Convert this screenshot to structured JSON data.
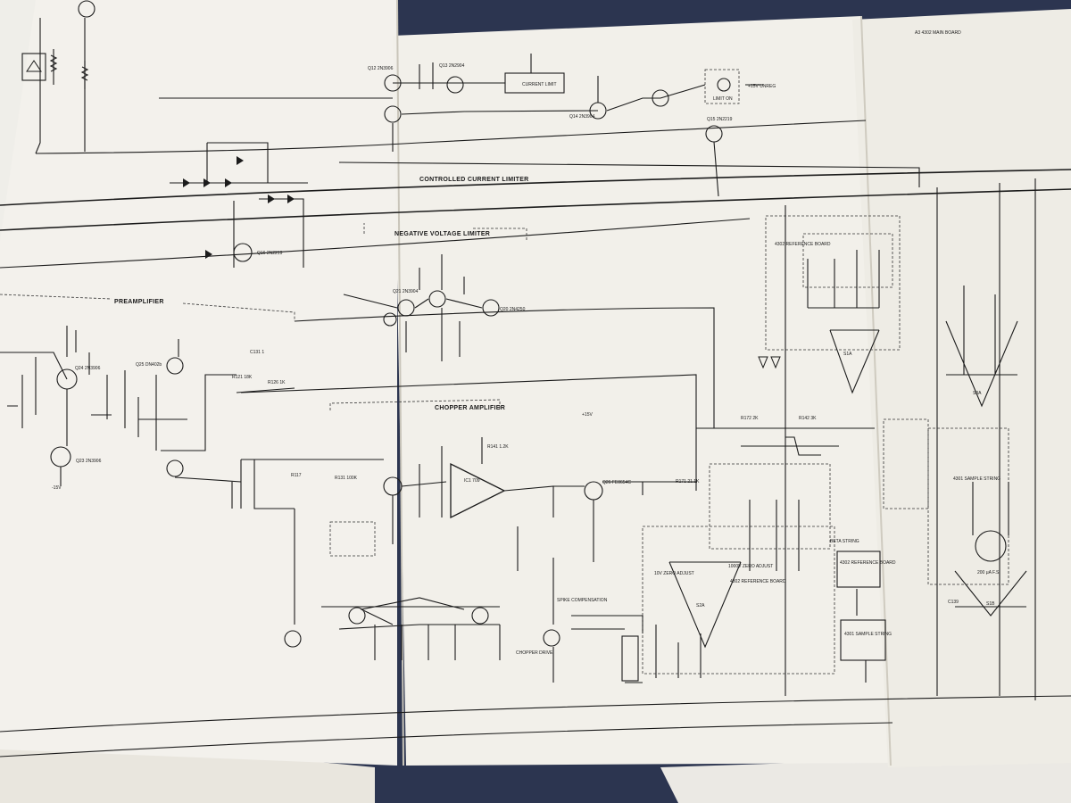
{
  "sheet": {
    "corner_label": "A3   4302 MAIN BOARD",
    "sections": {
      "controlled_current_limiter": "CONTROLLED CURRENT LIMITER",
      "negative_voltage_limiter": "NEGATIVE VOLTAGE LIMITER",
      "preamplifier": "PREAMPLIFIER",
      "chopper_amplifier": "CHOPPER AMPLIFIER"
    },
    "blocks": {
      "reference_board": "4302 REFERENCE BOARD",
      "sample_string": "4301 SAMPLE STRING",
      "beta_string": "BETA STRING",
      "ref_board_small": "4302 REFERENCE BOARD",
      "sample_string_small": "4301 SAMPLE STRING",
      "ref_board_lower": "4302 REFERENCE BOARD",
      "zero_adjust_left": "10V ZERO ADJUST",
      "zero_adjust_right": "1000V ZERO ADJUST",
      "spike_compensation": "SPIKE COMPENSATION",
      "chopper_drive": "CHOPPER DRIVE",
      "current_limit": "CURRENT LIMIT",
      "limit_on": "LIMIT ON",
      "meter": "200 μA F.S."
    },
    "labels": [
      {
        "id": "q12",
        "text": "Q12 2N3906"
      },
      {
        "id": "q13",
        "text": "Q13 2N2904"
      },
      {
        "id": "q14",
        "text": "Q14 2N3904"
      },
      {
        "id": "q15",
        "text": "Q15 2N2219"
      },
      {
        "id": "q16",
        "text": "Q16 2N2219"
      },
      {
        "id": "q20",
        "text": "Q20 2N4250"
      },
      {
        "id": "q21",
        "text": "Q21 2N3904"
      },
      {
        "id": "q23",
        "text": "Q23 2N3906"
      },
      {
        "id": "q24",
        "text": "Q24 2N3906"
      },
      {
        "id": "q25",
        "text": "Q25 DN402b"
      },
      {
        "id": "q26",
        "text": "Q26 FE0654C"
      },
      {
        "id": "ic1",
        "text": "IC1 709"
      },
      {
        "id": "r117",
        "text": "R117"
      },
      {
        "id": "r121",
        "text": "R121 18K"
      },
      {
        "id": "r126",
        "text": "R126 1K"
      },
      {
        "id": "r131",
        "text": "R131 100K"
      },
      {
        "id": "r141",
        "text": "R141 1.2K"
      },
      {
        "id": "r142",
        "text": "R142 3K"
      },
      {
        "id": "r171",
        "text": "R171 21.1K"
      },
      {
        "id": "r172",
        "text": "R172 2K"
      },
      {
        "id": "c131",
        "text": "C131 1"
      },
      {
        "id": "c139",
        "text": "C139"
      },
      {
        "id": "v15",
        "text": "+15V"
      },
      {
        "id": "vn15",
        "text": "-15V"
      },
      {
        "id": "unreg",
        "text": "+15V UNREG"
      }
    ],
    "switches": [
      "S1A",
      "S2A",
      "S3A",
      "S1B"
    ]
  }
}
